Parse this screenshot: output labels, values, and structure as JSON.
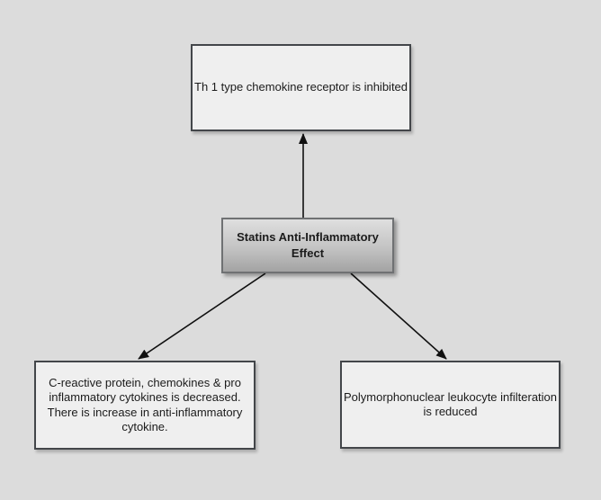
{
  "diagram": {
    "background_color": "#dcdcdc",
    "node_fill_color": "#efefef",
    "node_border_color": "#43464a",
    "center_border_color": "#6f7173",
    "center_gradient_top": "#dfdfdf",
    "center_gradient_bottom": "#a3a3a3",
    "arrow_color": "#101010",
    "text_color": "#1b1b1b",
    "nodes": {
      "top": {
        "label": "Th 1 type chemokine receptor is inhibited"
      },
      "center": {
        "label": "Statins Anti-Inflammatory\nEffect"
      },
      "bottom_left": {
        "label": "C-reactive protein, chemokines & pro\ninflammatory cytokines is decreased.\nThere is increase in anti-inflammatory\ncytokine."
      },
      "bottom_right": {
        "label": "Polymorphonuclear leukocyte infilteration\nis reduced"
      }
    },
    "edges": [
      {
        "from": "center",
        "to": "top",
        "direction": "up"
      },
      {
        "from": "center",
        "to": "bottom_left",
        "direction": "down-left"
      },
      {
        "from": "center",
        "to": "bottom_right",
        "direction": "down-right"
      }
    ]
  }
}
